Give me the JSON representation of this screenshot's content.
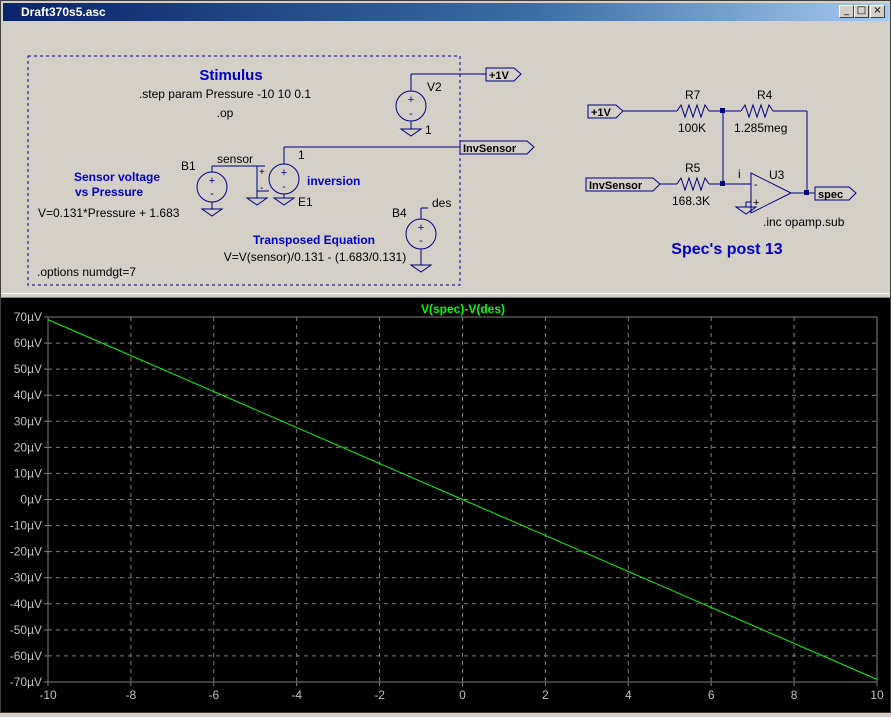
{
  "window": {
    "title": "Draft370s5.asc",
    "buttons": {
      "minimize": "_",
      "maximize": "□",
      "close": "×"
    }
  },
  "schematic": {
    "stimulus_title": "Stimulus",
    "step_directive": ".step param Pressure -10 10 0.1",
    "op_directive": ".op",
    "options_directive": ".options numdgt=7",
    "sensor_comment_1": "Sensor voltage",
    "sensor_comment_2": "vs Pressure",
    "b1_name": "B1",
    "b1_value": "V=0.131*Pressure + 1.683",
    "sensor_net": "sensor",
    "e1_name": "E1",
    "e1_value": "1",
    "e1_plus": "+",
    "e1_minus": "-",
    "inversion_comment": "inversion",
    "v2_name": "V2",
    "v2_value": "1",
    "b4_name": "B4",
    "des_net": "des",
    "transposed_comment": "Transposed Equation",
    "b4_value": "V=V(sensor)/0.131 - (1.683/0.131)",
    "port_plus1v_left": "+1V",
    "port_invsensor_left": "InvSensor",
    "port_plus1v_right": "+1V",
    "port_invsensor_right": "InvSensor",
    "port_spec": "spec",
    "r7_name": "R7",
    "r7_value": "100K",
    "r4_name": "R4",
    "r4_value": "1.285meg",
    "r5_name": "R5",
    "r5_value": "168.3K",
    "i_net": "i",
    "u3_name": "U3",
    "u3_plus": "+",
    "u3_minus": "-",
    "inc_directive": ".inc opamp.sub",
    "post_title": "Spec's post 13",
    "colors": {
      "wire": "#000080",
      "text_blue": "#0000c0",
      "trace": "#00ff00"
    }
  },
  "chart_data": {
    "type": "line",
    "title": "V(spec)-V(des)",
    "xlabel": "",
    "ylabel": "",
    "xlim": [
      -10,
      10
    ],
    "ylim": [
      -70,
      70
    ],
    "x_ticks": [
      "-10",
      "-8",
      "-6",
      "-4",
      "-2",
      "0",
      "2",
      "4",
      "6",
      "8",
      "10"
    ],
    "y_ticks": [
      "70µV",
      "60µV",
      "50µV",
      "40µV",
      "30µV",
      "20µV",
      "10µV",
      "0µV",
      "-10µV",
      "-20µV",
      "-30µV",
      "-40µV",
      "-50µV",
      "-60µV",
      "-70µV"
    ],
    "grid": true,
    "series": [
      {
        "name": "V(spec)-V(des)",
        "color": "#00ff00",
        "x": [
          -10,
          0,
          10
        ],
        "y": [
          69,
          0,
          -69
        ]
      }
    ]
  }
}
